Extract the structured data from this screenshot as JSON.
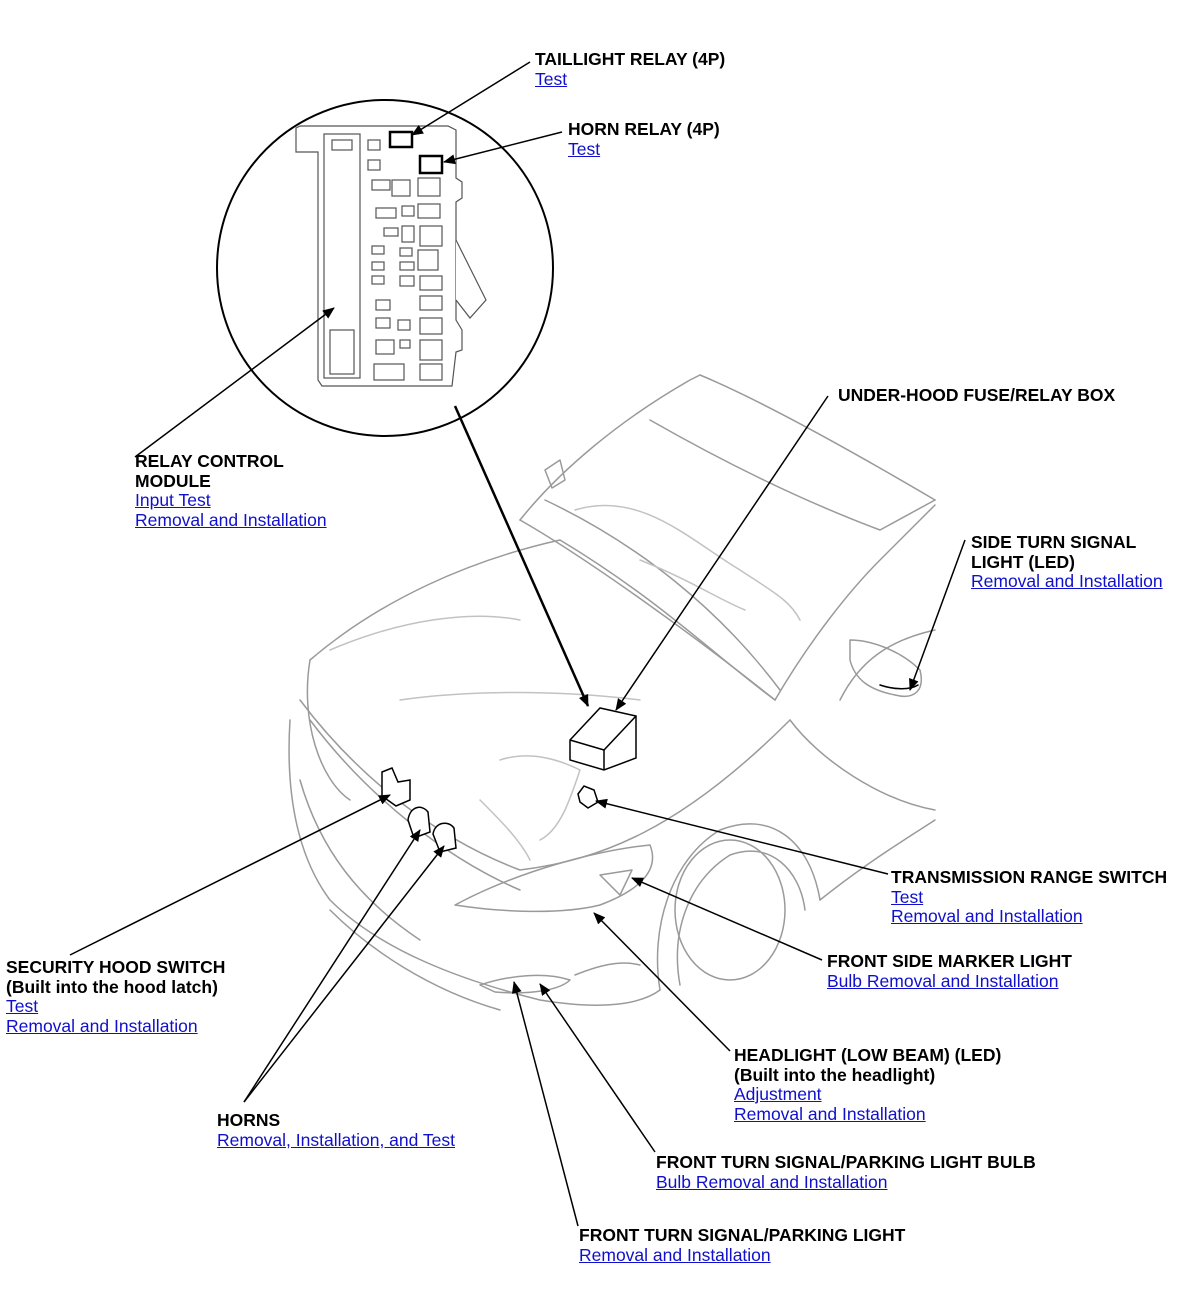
{
  "callouts": {
    "taillight_relay": {
      "title": [
        "TAILLIGHT RELAY (4P)"
      ],
      "links": [
        "Test"
      ]
    },
    "horn_relay": {
      "title": [
        "HORN RELAY (4P)"
      ],
      "links": [
        "Test"
      ]
    },
    "under_hood_box": {
      "title": [
        "UNDER-HOOD FUSE/RELAY BOX"
      ],
      "links": []
    },
    "relay_control_module": {
      "title": [
        "RELAY CONTROL",
        "MODULE"
      ],
      "links": [
        "Input Test",
        "Removal and Installation"
      ]
    },
    "side_turn_signal": {
      "title": [
        "SIDE TURN SIGNAL",
        "LIGHT (LED)"
      ],
      "links": [
        "Removal and Installation"
      ]
    },
    "transmission_range_switch": {
      "title": [
        "TRANSMISSION RANGE SWITCH"
      ],
      "links": [
        "Test",
        "Removal and Installation"
      ]
    },
    "front_side_marker": {
      "title": [
        "FRONT SIDE MARKER LIGHT"
      ],
      "links": [
        "Bulb Removal and Installation"
      ]
    },
    "security_hood_switch": {
      "title": [
        "SECURITY HOOD SWITCH",
        "(Built into the hood latch)"
      ],
      "links": [
        "Test",
        "Removal and Installation"
      ]
    },
    "headlight_low_beam": {
      "title": [
        "HEADLIGHT (LOW BEAM) (LED)",
        "(Built into the headlight)"
      ],
      "links": [
        "Adjustment",
        "Removal and Installation"
      ]
    },
    "horns": {
      "title": [
        "HORNS"
      ],
      "links": [
        "Removal, Installation, and Test"
      ]
    },
    "front_turn_signal_bulb": {
      "title": [
        "FRONT TURN SIGNAL/PARKING LIGHT BULB"
      ],
      "links": [
        "Bulb Removal and Installation"
      ]
    },
    "front_turn_signal_light": {
      "title": [
        "FRONT TURN SIGNAL/PARKING LIGHT"
      ],
      "links": [
        "Removal and Installation"
      ]
    }
  },
  "colors": {
    "link": "#1010cc",
    "line": "#000000",
    "outline": "#9a9a9a"
  }
}
